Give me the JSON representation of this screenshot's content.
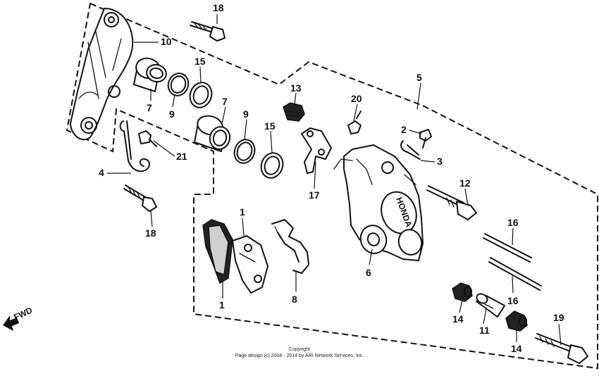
{
  "diagram": {
    "callouts": {
      "c1a": "1",
      "c1b": "1",
      "c2": "2",
      "c3": "3",
      "c4": "4",
      "c5": "5",
      "c6": "6",
      "c7a": "7",
      "c7b": "7",
      "c8": "8",
      "c9a": "9",
      "c9b": "9",
      "c10": "10",
      "c11": "11",
      "c12": "12",
      "c13": "13",
      "c14a": "14",
      "c14b": "14",
      "c15a": "15",
      "c15b": "15",
      "c16a": "16",
      "c16b": "16",
      "c17": "17",
      "c18a": "18",
      "c18b": "18",
      "c19": "19",
      "c20": "20",
      "c21": "21"
    },
    "direction_label": "FWD",
    "caliper_marking": "HONDA",
    "copyright_line1": "Copyright",
    "copyright_line2": "Page design (c) 2004 - 2014 by ARI Network Services, Inc."
  }
}
